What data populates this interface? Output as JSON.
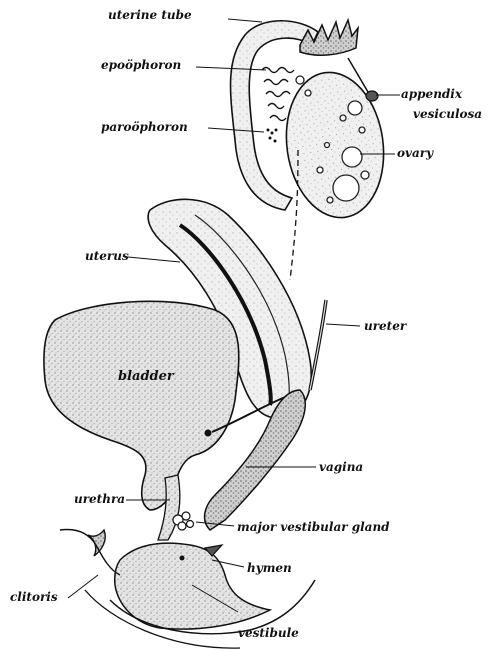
{
  "colors": {
    "ink": "#111111",
    "tissue_fill": "#d9d9d9",
    "tissue_dark": "#b8b8b8",
    "background": "#ffffff"
  },
  "labels": {
    "uterine_tube": "uterine tube",
    "epoophoron": "epoöphoron",
    "paroophoron": "paroöphoron",
    "appendix": "appendix",
    "vesiculosa": "vesiculosa",
    "ovary": "ovary",
    "uterus": "uterus",
    "ureter": "ureter",
    "bladder": "bladder",
    "vagina": "vagina",
    "urethra": "urethra",
    "major_vestibular_gland": "major vestibular gland",
    "hymen": "hymen",
    "clitoris": "clitoris",
    "vestibule": "vestibule"
  }
}
